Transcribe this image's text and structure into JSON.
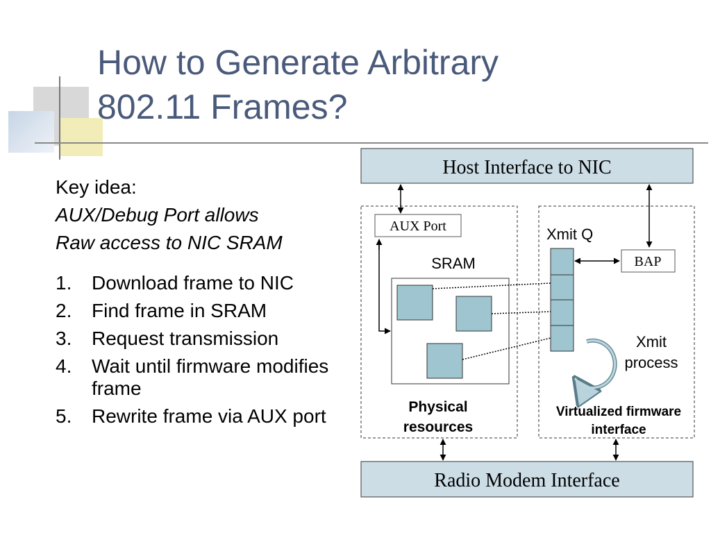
{
  "title": {
    "line1": "How to Generate Arbitrary",
    "line2": "802.11 Frames?"
  },
  "key_idea": {
    "heading": "Key idea:",
    "line1": "AUX/Debug Port allows",
    "line2": "Raw access to NIC SRAM"
  },
  "steps": [
    {
      "num": "1.",
      "text": "Download frame to NIC"
    },
    {
      "num": "2.",
      "text": "Find frame in SRAM"
    },
    {
      "num": "3.",
      "text": "Request transmission"
    },
    {
      "num": "4.",
      "text": "Wait until firmware modifies frame"
    },
    {
      "num": "5.",
      "text": "Rewrite frame via AUX port"
    }
  ],
  "diagram": {
    "host_interface": "Host Interface to NIC",
    "aux_port": "AUX Port",
    "sram": "SRAM",
    "physical_line1": "Physical",
    "physical_line2": "resources",
    "xmit_q": "Xmit Q",
    "bap": "BAP",
    "xmit_process_line1": "Xmit",
    "xmit_process_line2": "process",
    "virtualized_line1": "Virtualized firmware",
    "virtualized_line2": "interface",
    "radio_modem": "Radio Modem Interface"
  },
  "colors": {
    "title": "#4a5a7a",
    "box_fill": "#ccdde6",
    "block_fill": "#9ec5d0"
  }
}
